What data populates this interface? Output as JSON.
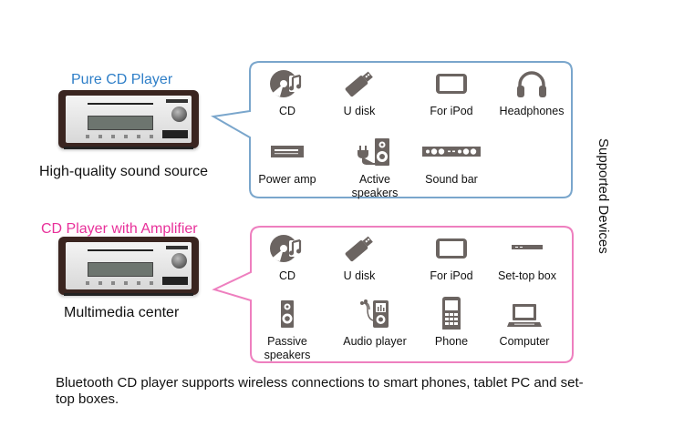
{
  "products": [
    {
      "title": "Pure CD Player",
      "caption": "High-quality sound source",
      "accent_color": "#2f7fc8",
      "border_color": "#7aa6cc",
      "devices": [
        {
          "label": "CD",
          "icon": "cd-music-icon"
        },
        {
          "label": "U disk",
          "icon": "usb-drive-icon"
        },
        {
          "label": "For iPod",
          "icon": "tablet-icon"
        },
        {
          "label": "Headphones",
          "icon": "headphones-icon"
        },
        {
          "label": "Power amp",
          "icon": "power-amp-icon"
        },
        {
          "label": "Active speakers",
          "label_lines": [
            "Active",
            "speakers"
          ],
          "icon": "active-speaker-icon"
        },
        {
          "label": "Sound bar",
          "icon": "sound-bar-icon"
        }
      ]
    },
    {
      "title": "CD Player with Amplifier",
      "caption": "Multimedia center",
      "accent_color": "#e8319a",
      "border_color": "#ee7fbf",
      "devices": [
        {
          "label": "CD",
          "icon": "cd-music-icon"
        },
        {
          "label": "U disk",
          "icon": "usb-drive-icon"
        },
        {
          "label": "For iPod",
          "icon": "tablet-icon"
        },
        {
          "label": "Set-top box",
          "icon": "set-top-box-icon"
        },
        {
          "label": "Passive speakers",
          "label_lines": [
            "Passive",
            "speakers"
          ],
          "icon": "passive-speaker-icon"
        },
        {
          "label": "Audio player",
          "icon": "audio-player-icon"
        },
        {
          "label": "Phone",
          "icon": "phone-icon"
        },
        {
          "label": "Computer",
          "icon": "laptop-icon"
        }
      ]
    }
  ],
  "side_label": "Supported Devices",
  "footnote": "Bluetooth CD player supports wireless connections to smart phones, tablet PC and set-top boxes."
}
